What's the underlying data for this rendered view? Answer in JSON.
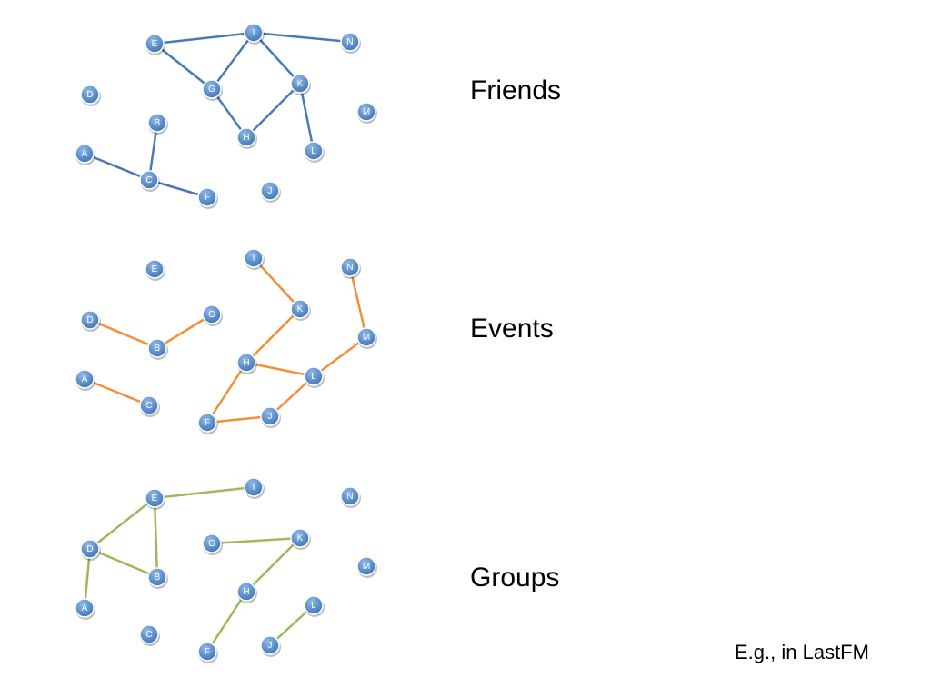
{
  "colors": {
    "node_fill": "#3a73b8",
    "node_highlight": "#8fb8e8",
    "node_stroke": "#ffffff",
    "friends_edge": "#4a7ab5",
    "events_edge": "#f0913a",
    "groups_edge": "#9bbb59"
  },
  "networks": [
    {
      "title": "Friends",
      "edge_color_key": "friends_edge",
      "nodes": [
        "A",
        "B",
        "C",
        "D",
        "E",
        "F",
        "G",
        "H",
        "I",
        "J",
        "K",
        "L",
        "M",
        "N"
      ],
      "edges": [
        [
          "E",
          "I"
        ],
        [
          "I",
          "N"
        ],
        [
          "E",
          "G"
        ],
        [
          "I",
          "G"
        ],
        [
          "I",
          "K"
        ],
        [
          "G",
          "H"
        ],
        [
          "H",
          "K"
        ],
        [
          "K",
          "L"
        ],
        [
          "A",
          "C"
        ],
        [
          "B",
          "C"
        ],
        [
          "C",
          "F"
        ]
      ]
    },
    {
      "title": "Events",
      "edge_color_key": "events_edge",
      "nodes": [
        "A",
        "B",
        "C",
        "D",
        "E",
        "F",
        "G",
        "H",
        "I",
        "J",
        "K",
        "L",
        "M",
        "N"
      ],
      "edges": [
        [
          "D",
          "B"
        ],
        [
          "B",
          "G"
        ],
        [
          "A",
          "C"
        ],
        [
          "I",
          "K"
        ],
        [
          "K",
          "H"
        ],
        [
          "H",
          "L"
        ],
        [
          "H",
          "F"
        ],
        [
          "F",
          "J"
        ],
        [
          "J",
          "L"
        ],
        [
          "L",
          "M"
        ],
        [
          "M",
          "N"
        ]
      ]
    },
    {
      "title": "Groups",
      "edge_color_key": "groups_edge",
      "nodes": [
        "A",
        "B",
        "C",
        "D",
        "E",
        "F",
        "G",
        "H",
        "I",
        "J",
        "K",
        "L",
        "M",
        "N"
      ],
      "edges": [
        [
          "E",
          "I"
        ],
        [
          "E",
          "D"
        ],
        [
          "E",
          "B"
        ],
        [
          "D",
          "B"
        ],
        [
          "D",
          "A"
        ],
        [
          "G",
          "K"
        ],
        [
          "K",
          "H"
        ],
        [
          "H",
          "F"
        ],
        [
          "J",
          "L"
        ]
      ]
    }
  ],
  "footnote": "E.g., in LastFM"
}
